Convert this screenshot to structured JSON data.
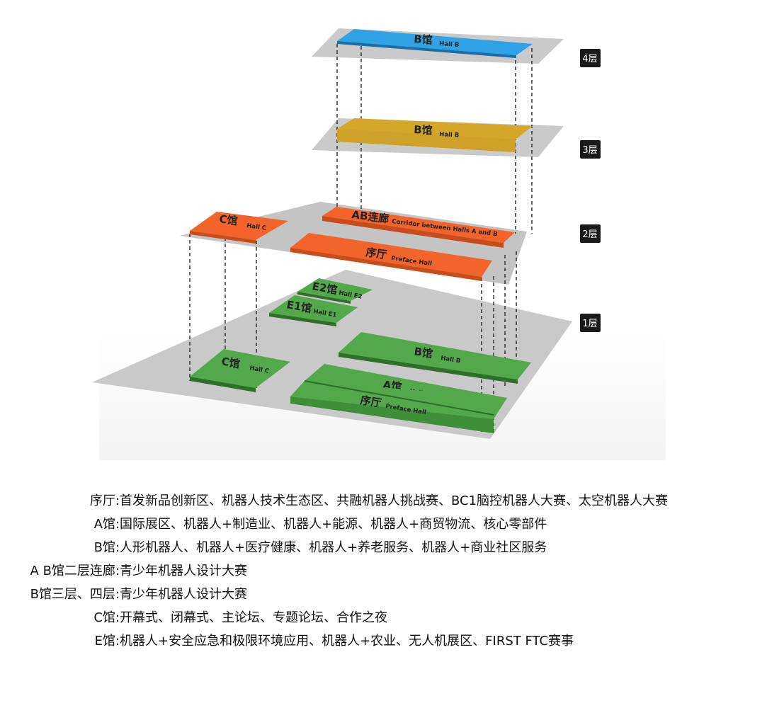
{
  "floors": [
    {
      "label": "4层"
    },
    {
      "label": "3层"
    },
    {
      "label": "2层"
    },
    {
      "label": "1层"
    }
  ],
  "halls": {
    "b4": {
      "main": "B馆",
      "sub": "Hall B"
    },
    "b3": {
      "main": "B馆",
      "sub": "Hall B"
    },
    "ab2": {
      "main": "AB连廊",
      "sub": "Corridor between Halls A and B"
    },
    "c2": {
      "main": "C馆",
      "sub": "Hall C"
    },
    "pre2": {
      "main": "序厅",
      "sub": "Preface Hall"
    },
    "e2": {
      "main": "E2馆",
      "sub": "Hall E2"
    },
    "e1": {
      "main": "E1馆",
      "sub": "Hall E1"
    },
    "b1": {
      "main": "B馆",
      "sub": "Hall B"
    },
    "c1": {
      "main": "C馆",
      "sub": "Hall C"
    },
    "a1": {
      "main": "A馆",
      "sub": "Hall A"
    },
    "pre1": {
      "main": "序厅",
      "sub": "Preface Hall"
    }
  },
  "colors": {
    "floor_plate": "#c8c8c8",
    "blue": "#2fa3e6",
    "gold": "#d4a62a",
    "orange": "#f2642a",
    "green": "#52a84a",
    "label_bg": "#1a1a1a"
  },
  "legend": [
    {
      "key": "序厅:",
      "desc": "首发新品创新区、机器人技术生态区、共融机器人挑战赛、BC1脑控机器人大赛、太空机器人大赛"
    },
    {
      "key": "A馆:",
      "desc": "国际展区、机器人+制造业、机器人+能源、机器人+商贸物流、核心零部件"
    },
    {
      "key": "B馆:",
      "desc": "人形机器人、机器人+医疗健康、机器人+养老服务、机器人+商业社区服务"
    },
    {
      "key": "A B馆二层连廊:",
      "desc": "青少年机器人设计大赛"
    },
    {
      "key": "B馆三层、四层:",
      "desc": "青少年机器人设计大赛"
    },
    {
      "key": "C馆:",
      "desc": "开幕式、闭幕式、主论坛、专题论坛、合作之夜"
    },
    {
      "key": "E馆:",
      "desc": "机器人+安全应急和极限环境应用、机器人+农业、无人机展区、FIRST FTC赛事"
    }
  ]
}
